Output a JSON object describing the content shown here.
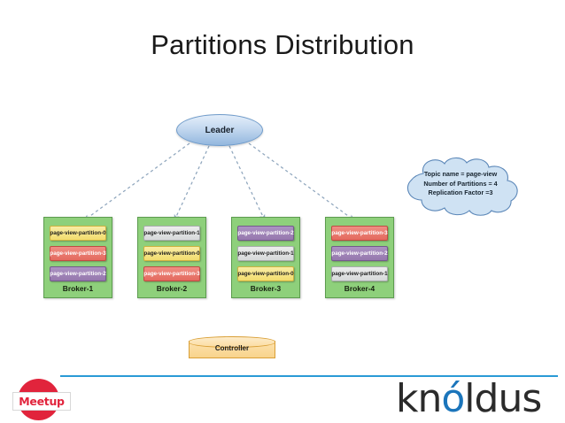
{
  "slide": {
    "title": "Partitions Distribution",
    "background_color": "#ffffff"
  },
  "leader": {
    "label": "Leader",
    "fill_color": "#93b7de",
    "border_color": "#6f9bca"
  },
  "callout": {
    "name": "topic-info-cloud",
    "fill_color": "#cfe2f3",
    "border_color": "#5b87b8",
    "lines": [
      "Topic name = page-view",
      "Number of Partitions = 4",
      "Replication Factor =3"
    ]
  },
  "connectors": {
    "style": "dashed-arrow",
    "color": "#8fa6bd",
    "count": 4
  },
  "brokers": [
    {
      "label": "Broker-1",
      "partitions": [
        {
          "label": "page-view-partition-0",
          "color_key": "c-yellow",
          "color": "#f2dd6e"
        },
        {
          "label": "page-view-partition-3",
          "color_key": "c-red",
          "color": "#e4695e"
        },
        {
          "label": "page-view-partition-2",
          "color_key": "c-purple",
          "color": "#9678ae"
        }
      ]
    },
    {
      "label": "Broker-2",
      "partitions": [
        {
          "label": "page-view-partition-1",
          "color_key": "c-gray",
          "color": "#d7d9da"
        },
        {
          "label": "page-view-partition-0",
          "color_key": "c-yellow",
          "color": "#f2dd6e"
        },
        {
          "label": "page-view-partition-3",
          "color_key": "c-red",
          "color": "#e4695e"
        }
      ]
    },
    {
      "label": "Broker-3",
      "partitions": [
        {
          "label": "page-view-partition-2",
          "color_key": "c-purple",
          "color": "#9678ae"
        },
        {
          "label": "page-view-partition-1",
          "color_key": "c-gray",
          "color": "#d7d9da"
        },
        {
          "label": "page-view-partition-0",
          "color_key": "c-yellow",
          "color": "#f2dd6e"
        }
      ]
    },
    {
      "label": "Broker-4",
      "partitions": [
        {
          "label": "page-view-partition-3",
          "color_key": "c-red",
          "color": "#e4695e"
        },
        {
          "label": "page-view-partition-2",
          "color_key": "c-purple",
          "color": "#9678ae"
        },
        {
          "label": "page-view-partition-1",
          "color_key": "c-gray",
          "color": "#d7d9da"
        }
      ]
    }
  ],
  "broker_style": {
    "fill_color": "#8ed07b",
    "border_color": "#5d9c4f"
  },
  "controller": {
    "label": "Controller",
    "fill_color": "#f8d38c",
    "border_color": "#d99f36"
  },
  "footer": {
    "divider_color": "#2a9ad6",
    "meetup": {
      "label": "Meetup",
      "circle_color": "#e1243c"
    },
    "knoldus": {
      "part1": "kn",
      "accent": "ó",
      "part2": "ldus",
      "accent_color": "#1b75bb",
      "text_color": "#2b2b2b"
    }
  }
}
